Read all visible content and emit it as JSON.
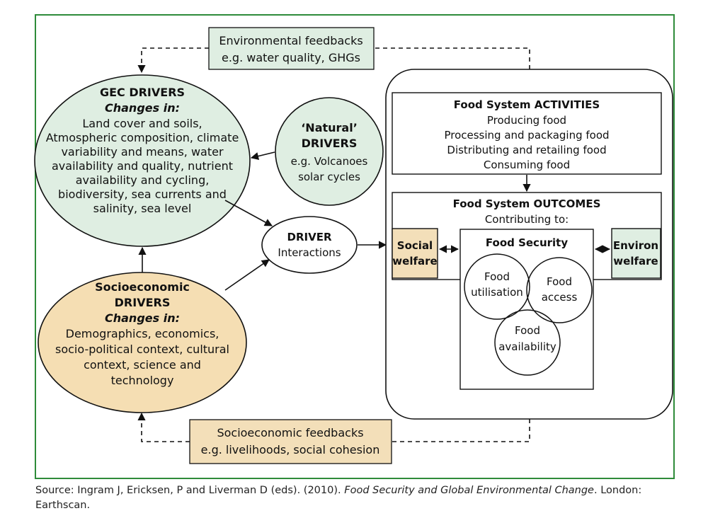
{
  "colors": {
    "frame": "#2e8b3a",
    "green_fill": "#dfeee2",
    "tan_fill": "#f5deb3",
    "tan_fill_box": "#f3dfb9",
    "line": "#111111"
  },
  "env_feedback": {
    "line1": "Environmental feedbacks",
    "line2": "e.g. water quality, GHGs"
  },
  "gec": {
    "title": "GEC DRIVERS",
    "subtitle": "Changes in:",
    "lines": [
      "Land cover and soils,",
      "Atmospheric composition, climate",
      "variability and means, water",
      "availability and quality, nutrient",
      "availability and cycling,",
      "biodiversity, sea currents and",
      "salinity, sea level"
    ]
  },
  "natural": {
    "title1": "‘Natural’",
    "title2": "DRIVERS",
    "line1": "e.g. Volcanoes",
    "line2": "solar cycles"
  },
  "driver": {
    "title": "DRIVER",
    "sub": "Interactions"
  },
  "socio": {
    "title1": "Socioeconomic",
    "title2": "DRIVERS",
    "subtitle": "Changes in:",
    "lines": [
      "Demographics, economics,",
      "socio-political context, cultural",
      "context, science and",
      "technology"
    ]
  },
  "activities": {
    "title": "Food System ACTIVITIES",
    "items": [
      "Producing food",
      "Processing and packaging food",
      "Distributing and retailing food",
      "Consuming food"
    ]
  },
  "outcomes": {
    "title": "Food System OUTCOMES",
    "sub": "Contributing to:"
  },
  "social_welfare": {
    "line1": "Social",
    "line2": "welfare"
  },
  "environ_welfare": {
    "line1": "Environ",
    "line2": "welfare"
  },
  "food_security": {
    "title": "Food Security",
    "utilisation": {
      "line1": "Food",
      "line2": "utilisation"
    },
    "access": {
      "line1": "Food",
      "line2": "access"
    },
    "availability": {
      "line1": "Food",
      "line2": "availability"
    }
  },
  "socio_feedback": {
    "line1": "Socioeconomic feedbacks",
    "line2": "e.g. livelihoods, social cohesion"
  },
  "caption": {
    "prefix": "Source: Ingram J, Ericksen, P and Liverman D (eds). (2010). ",
    "title": "Food Security and Global Environmental Change",
    "suffix": ". London: Earthscan."
  }
}
